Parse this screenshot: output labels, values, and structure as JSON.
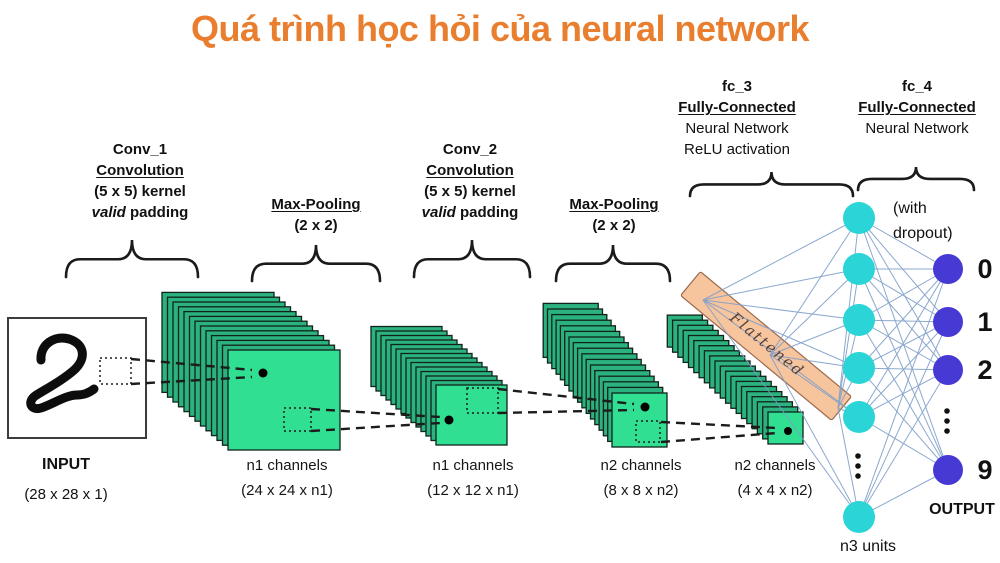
{
  "title": "Quá trình học hỏi của neural network",
  "labels": {
    "conv1_title": "Conv_1",
    "conv1_type": "Convolution",
    "conv1_kernel": "(5 x 5) kernel",
    "conv1_pad_italic": "valid",
    "conv1_pad_rest": "padding",
    "pool1_title": "Max-Pooling",
    "pool1_size": "(2 x 2)",
    "conv2_title": "Conv_2",
    "conv2_type": "Convolution",
    "conv2_kernel": "(5 x 5) kernel",
    "conv2_pad_italic": "valid",
    "conv2_pad_rest": "padding",
    "pool2_title": "Max-Pooling",
    "pool2_size": "(2 x 2)",
    "fc3_title": "fc_3",
    "fc3_type": "Fully-Connected",
    "fc3_line3": "Neural Network",
    "fc3_line4": "ReLU activation",
    "fc4_title": "fc_4",
    "fc4_type": "Fully-Connected",
    "fc4_line3": "Neural Network",
    "input_title": "INPUT",
    "input_dims": "(28 x 28 x 1)",
    "flattened": "Flattened",
    "with_dropout_1": "(with",
    "with_dropout_2": "dropout)",
    "n3_units": "n3 units",
    "output_title": "OUTPUT"
  },
  "stacks": [
    {
      "label": "n1 channels",
      "dims": "(24 x 24 x n1)"
    },
    {
      "label": "n1 channels",
      "dims": "(12 x 12 x n1)"
    },
    {
      "label": "n2 channels",
      "dims": "(8 x 8 x n2)"
    },
    {
      "label": "n2 channels",
      "dims": "(4 x 4 x n2)"
    }
  ],
  "output_digits": [
    "0",
    "1",
    "2",
    "9"
  ],
  "network": {
    "hidden_nodes_visible": 6,
    "output_nodes_visible": 4
  },
  "colors": {
    "title": "#E87E2E",
    "stack_layer": "#2bb27e",
    "stack_front": "#30df92",
    "stack_border": "#10241b",
    "hidden_node": "#2bd4d6",
    "output_node": "#4739d4",
    "ribbon_fill": "#f6c49d",
    "ribbon_border": "#9c6b4f",
    "ribbon_text": "#53413a",
    "edge_line": "#7f9fc9",
    "ink": "#1b1b1b"
  }
}
